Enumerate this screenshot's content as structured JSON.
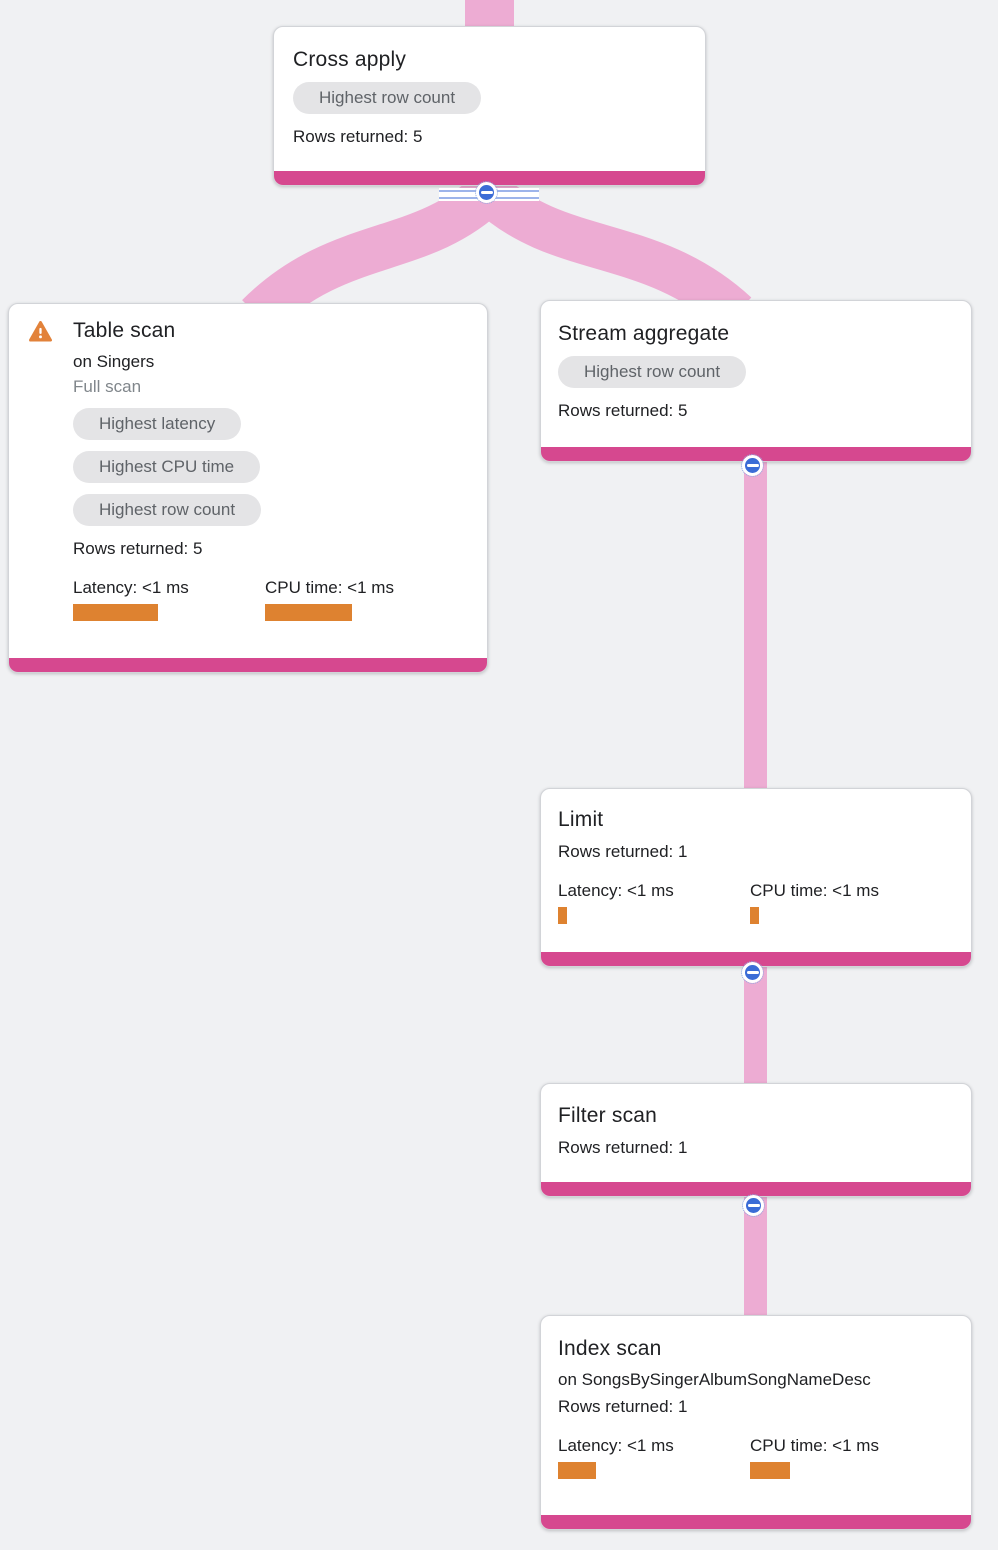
{
  "app": {
    "name": "Query plan visualizer"
  },
  "colors": {
    "canvas_bg": "#f0f1f3",
    "node_bg": "#ffffff",
    "node_border": "#d2d4d8",
    "node_footer_pink": "#d6488f",
    "edge_pink": "#edacd3",
    "chip_bg": "#e4e4e6",
    "chip_text": "#5f6368",
    "text_primary": "#202124",
    "text_muted": "#80868b",
    "metric_bar_orange": "#de8230",
    "collapse_button_blue": "#3b6cd6",
    "warning_orange": "#e2823a"
  },
  "icons": {
    "collapse": "minus-circle",
    "warning": "warning-triangle"
  },
  "nodes": [
    {
      "title": "Cross apply",
      "badges": [
        "Highest row count"
      ],
      "rows": "Rows returned: 5"
    },
    {
      "title": "Table scan",
      "warning": true,
      "subtitle": "on Singers",
      "note": "Full scan",
      "badges": [
        "Highest latency",
        "Highest CPU time",
        "Highest row count"
      ],
      "rows": "Rows returned: 5",
      "latency": "Latency: <1 ms",
      "cpu": "CPU time: <1 ms"
    },
    {
      "title": "Stream aggregate",
      "badges": [
        "Highest row count"
      ],
      "rows": "Rows returned: 5"
    },
    {
      "title": "Limit",
      "rows": "Rows returned: 1",
      "latency": "Latency: <1 ms",
      "cpu": "CPU time: <1 ms"
    },
    {
      "title": "Filter scan",
      "rows": "Rows returned: 1"
    },
    {
      "title": "Index scan",
      "subtitle": "on SongsBySingerAlbumSongNameDesc",
      "rows": "Rows returned: 1",
      "latency": "Latency: <1 ms",
      "cpu": "CPU time: <1 ms"
    }
  ],
  "edges": [
    {
      "from": "Cross apply",
      "to": "Table scan"
    },
    {
      "from": "Cross apply",
      "to": "Stream aggregate"
    },
    {
      "from": "Stream aggregate",
      "to": "Limit"
    },
    {
      "from": "Limit",
      "to": "Filter scan"
    },
    {
      "from": "Filter scan",
      "to": "Index scan"
    }
  ]
}
